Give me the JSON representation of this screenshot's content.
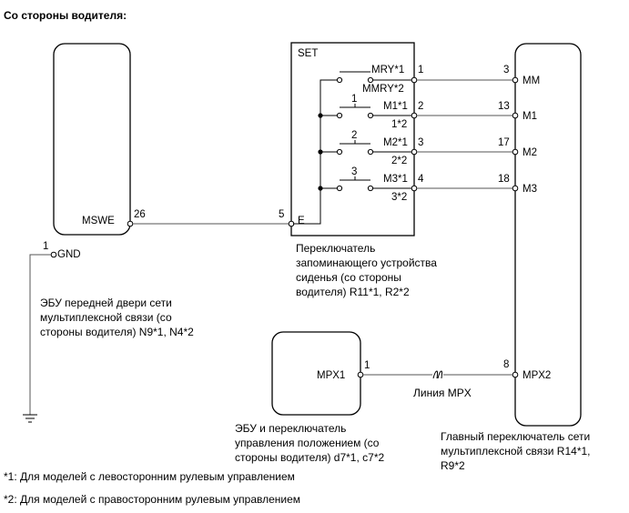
{
  "heading": "Со стороны водителя:",
  "ecu_door": {
    "pin_msw": "26",
    "label_msw": "MSWE",
    "pin_gnd": "1",
    "label_gnd": "GND",
    "caption": [
      "ЭБУ передней двери сети",
      "мультиплексной связи (со",
      "стороны водителя) N9*1, N4*2"
    ]
  },
  "memory_switch": {
    "set_label": "SET",
    "contacts": [
      {
        "name": "MRY*1",
        "alt": "MMRY*2",
        "pin": "1",
        "button": ""
      },
      {
        "name": "M1*1",
        "alt": "1*2",
        "pin": "2",
        "button": "1"
      },
      {
        "name": "M2*1",
        "alt": "2*2",
        "pin": "3",
        "button": "2"
      },
      {
        "name": "M3*1",
        "alt": "3*2",
        "pin": "4",
        "button": "3"
      }
    ],
    "pin_e": "5",
    "label_e": "E",
    "caption": [
      "Переключатель",
      "запоминающего устройства",
      "сиденья (со стороны",
      "водителя) R11*1, R2*2"
    ]
  },
  "master_switch": {
    "pins": [
      {
        "pin": "3",
        "label": "MM"
      },
      {
        "pin": "13",
        "label": "M1"
      },
      {
        "pin": "17",
        "label": "M2"
      },
      {
        "pin": "18",
        "label": "M3"
      },
      {
        "pin": "8",
        "label": "MPX2"
      }
    ],
    "caption": [
      "Главный переключатель сети",
      "мультиплексной связи R14*1,",
      "R9*2"
    ]
  },
  "position_ecu": {
    "pin": "1",
    "label": "MPX1",
    "caption": [
      "ЭБУ и переключатель",
      "управления положением (со",
      "стороны водителя) d7*1, c7*2"
    ]
  },
  "mpx_line_label": "Линия MPX",
  "footnotes": [
    "*1: Для моделей с левосторонним рулевым управлением",
    "*2: Для моделей с правосторонним рулевым управлением"
  ]
}
